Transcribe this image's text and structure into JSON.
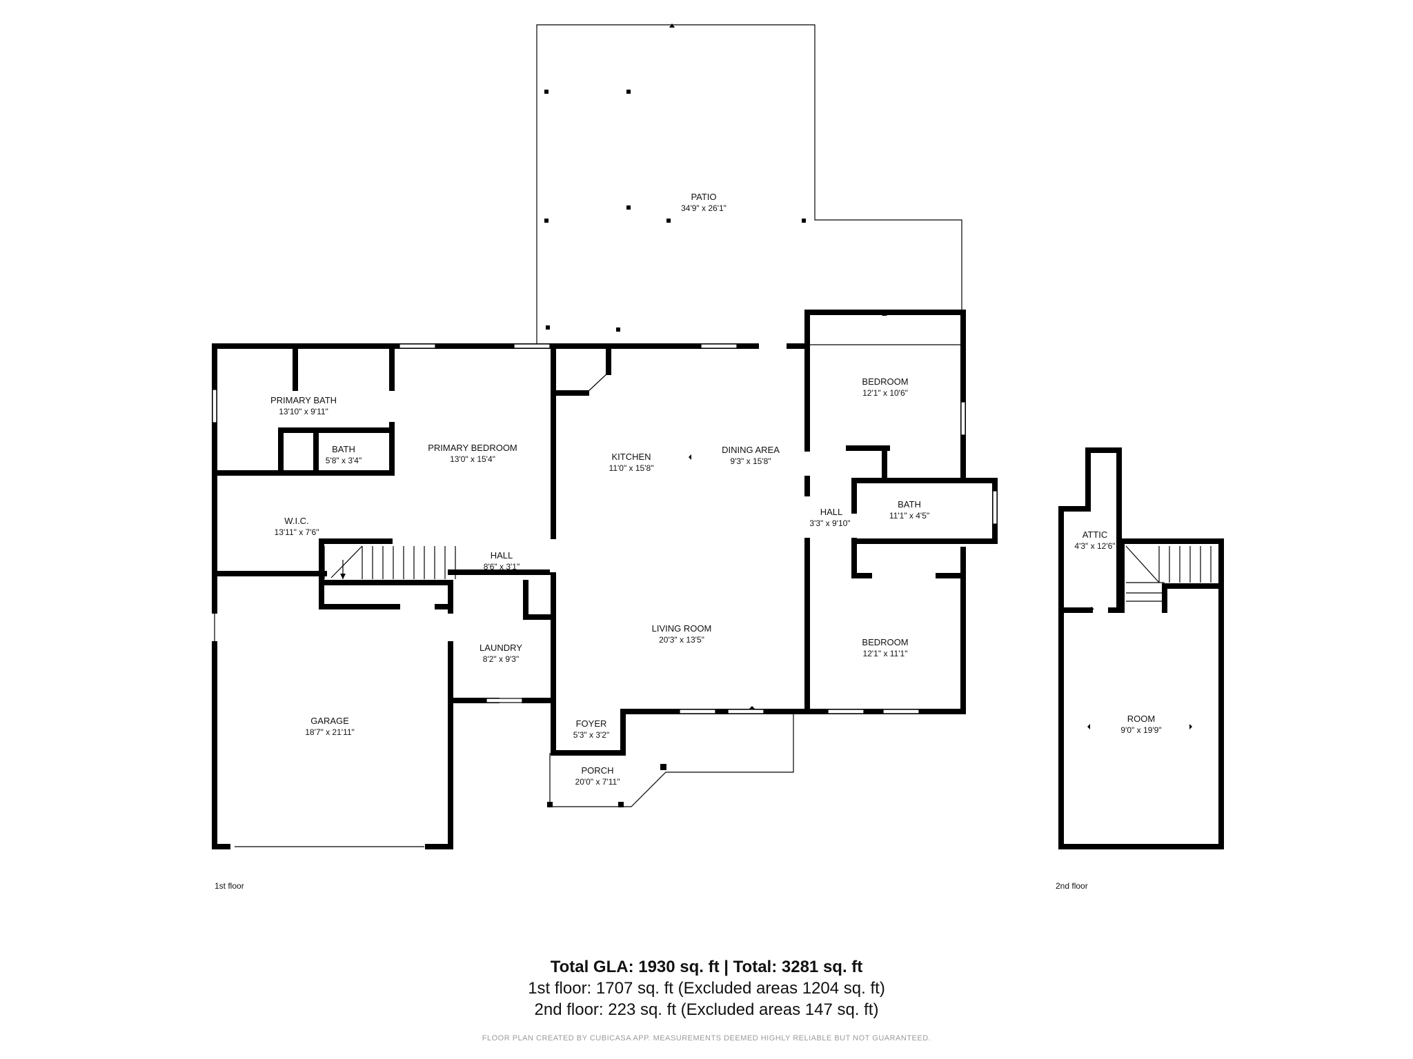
{
  "rooms": {
    "patio": {
      "name": "PATIO",
      "dim": "34'9\" x 26'1\""
    },
    "primary_bath": {
      "name": "PRIMARY BATH",
      "dim": "13'10\" x 9'11\""
    },
    "bath_small": {
      "name": "BATH",
      "dim": "5'8\" x 3'4\""
    },
    "primary_bedroom": {
      "name": "PRIMARY BEDROOM",
      "dim": "13'0\" x 15'4\""
    },
    "kitchen": {
      "name": "KITCHEN",
      "dim": "11'0\" x 15'8\""
    },
    "dining_area": {
      "name": "DINING AREA",
      "dim": "9'3\" x 15'8\""
    },
    "bedroom_top": {
      "name": "BEDROOM",
      "dim": "12'1\" x 10'6\""
    },
    "hall_right": {
      "name": "HALL",
      "dim": "3'3\" x 9'10\""
    },
    "bath_right": {
      "name": "BATH",
      "dim": "11'1\" x 4'5\""
    },
    "wic": {
      "name": "W.I.C.",
      "dim": "13'11\" x 7'6\""
    },
    "hall_mid": {
      "name": "HALL",
      "dim": "8'6\" x 3'1\""
    },
    "living_room": {
      "name": "LIVING ROOM",
      "dim": "20'3\" x 13'5\""
    },
    "laundry": {
      "name": "LAUNDRY",
      "dim": "8'2\" x 9'3\""
    },
    "bedroom_bottom": {
      "name": "BEDROOM",
      "dim": "12'1\" x 11'1\""
    },
    "garage": {
      "name": "GARAGE",
      "dim": "18'7\" x 21'11\""
    },
    "foyer": {
      "name": "FOYER",
      "dim": "5'3\" x 3'2\""
    },
    "porch": {
      "name": "PORCH",
      "dim": "20'0\" x 7'11\""
    },
    "attic": {
      "name": "ATTIC",
      "dim": "4'3\" x 12'6\""
    },
    "room": {
      "name": "ROOM",
      "dim": "9'0\" x 19'9\""
    }
  },
  "floors": {
    "first": "1st floor",
    "second": "2nd floor"
  },
  "summary": {
    "total": "Total GLA: 1930 sq. ft | Total: 3281 sq. ft",
    "first_floor": "1st floor: 1707 sq. ft (Excluded areas 1204 sq. ft)",
    "second_floor": "2nd floor: 223 sq. ft (Excluded areas 147 sq. ft)"
  },
  "footnote": "FLOOR PLAN CREATED BY CUBICASA APP. MEASUREMENTS DEEMED HIGHLY RELIABLE BUT NOT GUARANTEED."
}
